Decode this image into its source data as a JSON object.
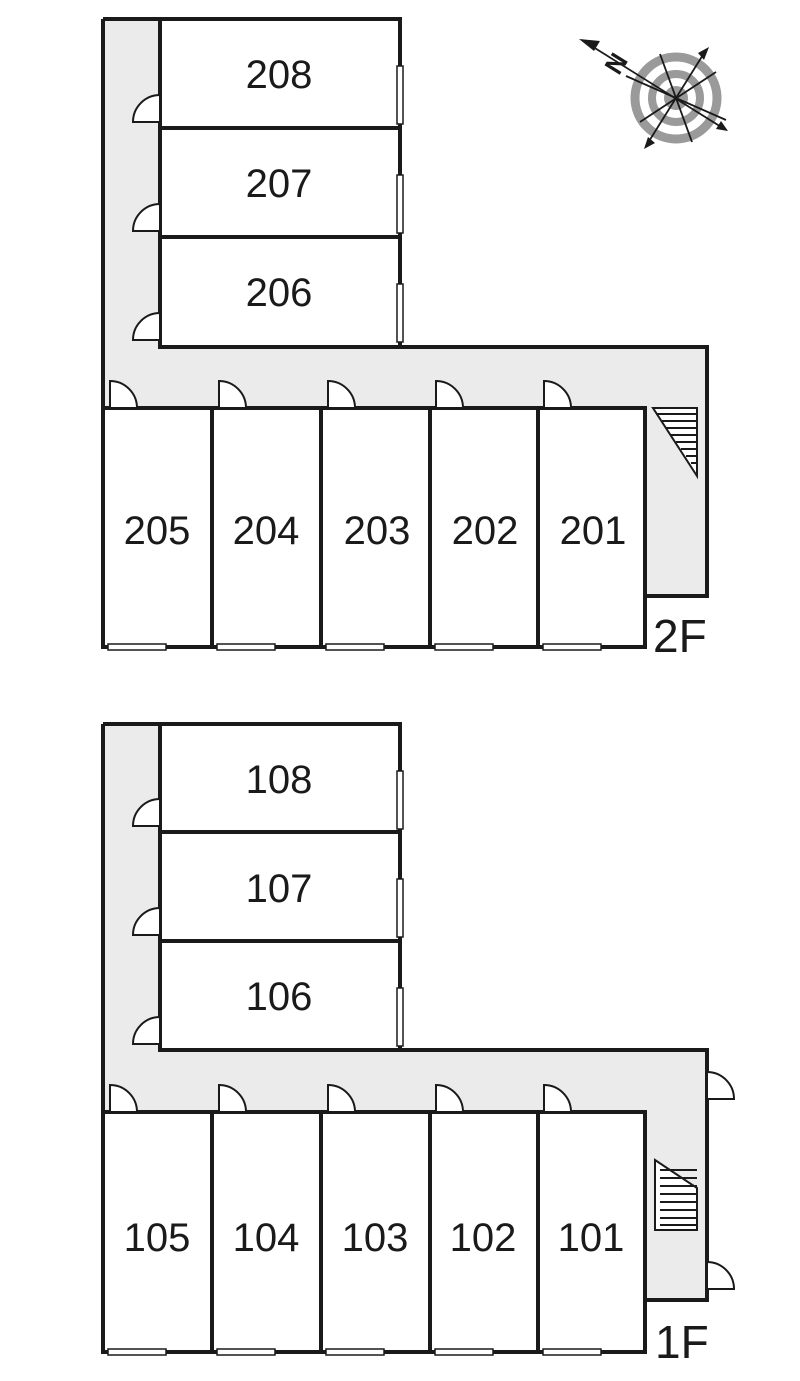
{
  "floors": [
    {
      "label": "2F",
      "upper_rooms": [
        "208",
        "207",
        "206"
      ],
      "lower_rooms": [
        "205",
        "204",
        "203",
        "202",
        "201"
      ]
    },
    {
      "label": "1F",
      "upper_rooms": [
        "108",
        "107",
        "106"
      ],
      "lower_rooms": [
        "105",
        "104",
        "103",
        "102",
        "101"
      ]
    }
  ],
  "compass": {
    "north_label": "N"
  },
  "colors": {
    "corridor": "#ebebeb",
    "wall": "#1a1a1a",
    "compass_ring": "#9a9a9a"
  }
}
